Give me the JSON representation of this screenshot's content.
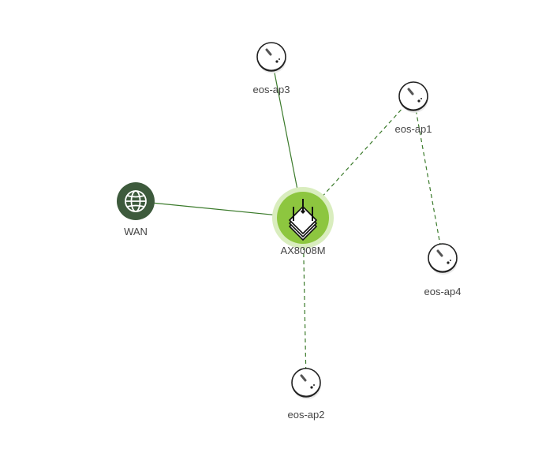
{
  "topology": {
    "colors": {
      "wired_link": "#3a7a2a",
      "mesh_link": "#3a7a2a",
      "gateway_fill": "#8dc63f",
      "gateway_halo": "#d9edbe",
      "wan_fill": "#3d5a3c",
      "ap_fill": "#ffffff",
      "ap_stroke": "#222222",
      "label_text": "#444444"
    },
    "nodes": {
      "wan": {
        "label": "WAN",
        "icon": "globe-icon"
      },
      "gateway": {
        "label": "AX8008M",
        "icon": "router-icon"
      },
      "ap1": {
        "label": "eos-ap1",
        "icon": "access-point-icon"
      },
      "ap2": {
        "label": "eos-ap2",
        "icon": "access-point-icon"
      },
      "ap3": {
        "label": "eos-ap3",
        "icon": "access-point-icon"
      },
      "ap4": {
        "label": "eos-ap4",
        "icon": "access-point-icon"
      }
    },
    "links": [
      {
        "from": "wan",
        "to": "gateway",
        "type": "wired"
      },
      {
        "from": "gateway",
        "to": "ap3",
        "type": "wired"
      },
      {
        "from": "gateway",
        "to": "ap1",
        "type": "mesh"
      },
      {
        "from": "gateway",
        "to": "ap2",
        "type": "mesh"
      },
      {
        "from": "ap1",
        "to": "ap4",
        "type": "mesh"
      }
    ]
  }
}
